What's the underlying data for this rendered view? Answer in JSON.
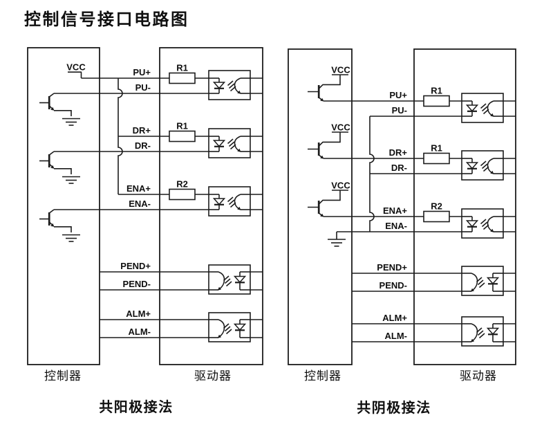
{
  "title": "控制信号接口电路图",
  "colors": {
    "ink": "#1c1c1c",
    "background": "#ffffff"
  },
  "diagrams": {
    "left": {
      "caption": "共阳极接法",
      "controller_label": "控制器",
      "driver_label": "驱动器",
      "vcc": "VCC",
      "signals": [
        "PU+",
        "PU-",
        "DR+",
        "DR-",
        "ENA+",
        "ENA-",
        "PEND+",
        "PEND-",
        "ALM+",
        "ALM-"
      ],
      "resistors": [
        "R1",
        "R1",
        "R2"
      ]
    },
    "right": {
      "caption": "共阴极接法",
      "controller_label": "控制器",
      "driver_label": "驱动器",
      "vcc": "VCC",
      "signals": [
        "PU+",
        "PU-",
        "DR+",
        "DR-",
        "ENA+",
        "ENA-",
        "PEND+",
        "PEND-",
        "ALM+",
        "ALM-"
      ],
      "resistors": [
        "R1",
        "R1",
        "R2"
      ]
    }
  }
}
